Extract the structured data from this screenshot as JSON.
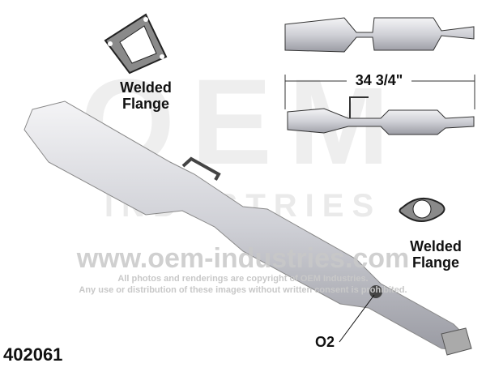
{
  "labels": {
    "flange_top_line1": "Welded",
    "flange_top_line2": "Flange",
    "flange_right_line1": "Welded",
    "flange_right_line2": "Flange",
    "dimension": "34 3/4\"",
    "sensor": "O2",
    "part_number": "402061"
  },
  "watermark": {
    "logo": "OEM",
    "logo_sub": "INDUSTRIES",
    "url": "www.oem-industries.com",
    "line1": "All photos and renderings are copyright of OEM Industries.",
    "line2": "Any use or distribution of these images without written consent is prohibited."
  }
}
